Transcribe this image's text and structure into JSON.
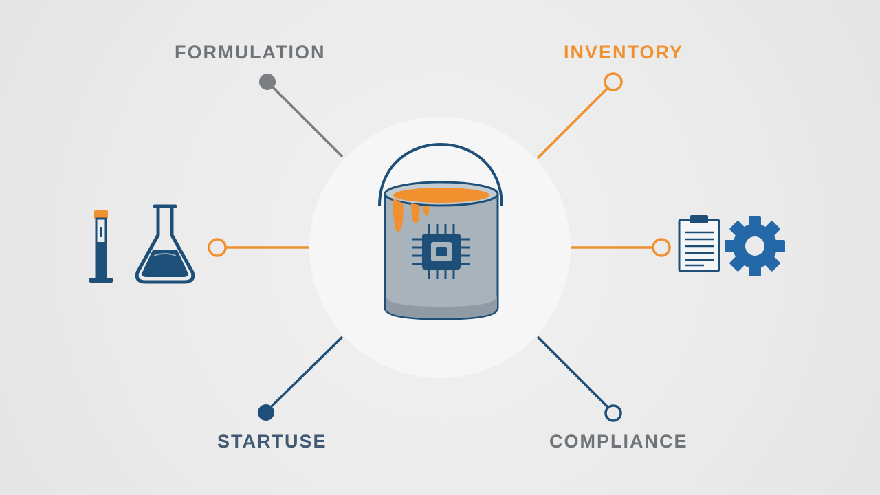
{
  "labels": {
    "formulation": "FORMULATION",
    "inventory": "INVENTORY",
    "startuse": "STARTUSE",
    "compliance": "COMPLIANCE"
  },
  "colors": {
    "background": "#ebebeb",
    "center_disc": "#f6f6f6",
    "gray": "#6f7478",
    "gray_node": "#7b7e82",
    "orange": "#f0902f",
    "navy": "#1d4f79",
    "blue": "#2468a8",
    "can_body": "#a9b3bc",
    "can_shadow": "#8f9aa4"
  },
  "icons": {
    "center": "paint-bucket-chip-icon",
    "left": [
      "test-tube-icon",
      "erlenmeyer-flask-icon"
    ],
    "right": [
      "clipboard-checklist-icon",
      "gear-icon"
    ]
  }
}
